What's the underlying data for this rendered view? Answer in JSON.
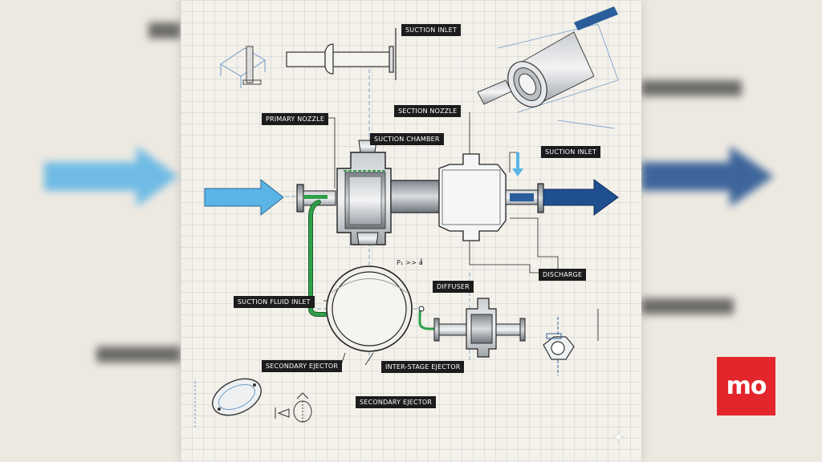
{
  "labels": {
    "suction_inlet_top": "SUCTION INLET",
    "primary_nozzle": "PRIMARY NOZZLE",
    "section_nozzle": "SECTION NOZZLE",
    "suction_chamber": "SUCTION CHAMBER",
    "suction_inlet_right": "SUCTION INLET",
    "pressure_note": "P₁ >> a",
    "discharge": "DISCHARGE",
    "diffuser": "DIFFUSER",
    "suction_fluid_inlet": "SUCTION FLUID INLET",
    "secondary_ejector": "SECONDARY EJECTOR",
    "inter_stage_ejector": "INTER-STAGE EJECTOR",
    "secondary_ejector_bottom": "SECONDARY EJECTOR"
  },
  "logo": {
    "text": "mo",
    "color": "#e3262c"
  },
  "colors": {
    "inlet_arrow": "#5ab4e6",
    "discharge_arrow": "#1f4f8f",
    "suction_pipe": "#2fa04a"
  },
  "icons": [
    "inlet-arrow-icon",
    "discharge-arrow-icon",
    "small-inlet-arrow-icon",
    "sparkle-icon"
  ]
}
